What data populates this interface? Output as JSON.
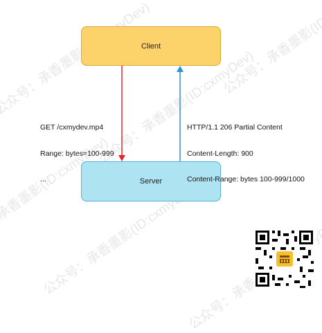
{
  "client": {
    "label": "Client",
    "fill": "#fcd26b",
    "stroke": "#e0a830"
  },
  "server": {
    "label": "Server",
    "fill": "#aee3f2",
    "stroke": "#4fb3d9"
  },
  "request": {
    "lines": [
      "GET /cxmydev.mp4",
      "Range: bytes=100-999",
      "..."
    ],
    "arrow_color": "#e8262a"
  },
  "response": {
    "lines": [
      "HTTP/1.1 206 Partial Content",
      "Content-Length: 900",
      "Content-Range: bytes 100-999/1000"
    ],
    "arrow_color": "#2a93d5"
  },
  "watermark": {
    "text": "公众号：承香墨影(ID:cxmyDev)"
  }
}
